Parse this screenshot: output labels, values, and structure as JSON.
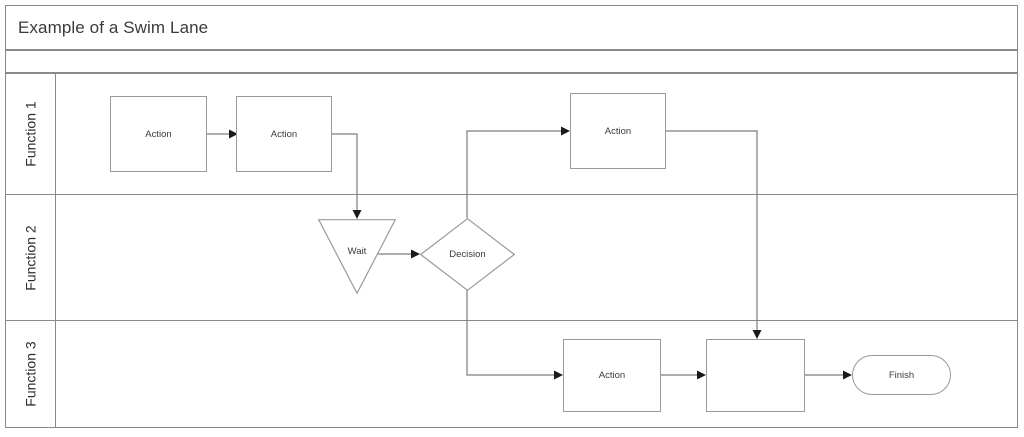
{
  "diagram": {
    "title": "Example of a Swim Lane",
    "frame_color": "#8a8a8a",
    "shape_stroke_color": "#9a9a9a",
    "connector_color": "#7d7d7d",
    "text_color": "#3b3b3b",
    "background": "#ffffff"
  },
  "lanes": [
    {
      "label": "Function 1"
    },
    {
      "label": "Function 2"
    },
    {
      "label": "Function 3"
    }
  ],
  "shapes": [
    {
      "id": "action-1",
      "lane": 0,
      "type": "rect",
      "label": "Action"
    },
    {
      "id": "action-2",
      "lane": 0,
      "type": "rect",
      "label": "Action"
    },
    {
      "id": "action-3",
      "lane": 0,
      "type": "rect",
      "label": "Action"
    },
    {
      "id": "wait",
      "lane": 1,
      "type": "triangle",
      "label": "Wait"
    },
    {
      "id": "decision",
      "lane": 1,
      "type": "diamond",
      "label": "Decision"
    },
    {
      "id": "action-4",
      "lane": 2,
      "type": "rect",
      "label": "Action"
    },
    {
      "id": "process-5",
      "lane": 2,
      "type": "rect",
      "label": ""
    },
    {
      "id": "finish",
      "lane": 2,
      "type": "pill",
      "label": "Finish"
    }
  ],
  "connectors": [
    {
      "from": "action-1",
      "to": "action-2",
      "arrow": true
    },
    {
      "from": "action-2",
      "to": "wait",
      "arrow": true
    },
    {
      "from": "wait",
      "to": "decision",
      "arrow": true
    },
    {
      "from": "decision",
      "to": "action-3",
      "arrow": true
    },
    {
      "from": "decision",
      "to": "action-4",
      "arrow": true
    },
    {
      "from": "action-3",
      "to": "process-5",
      "arrow": true
    },
    {
      "from": "action-4",
      "to": "process-5",
      "arrow": true
    },
    {
      "from": "process-5",
      "to": "finish",
      "arrow": true
    }
  ]
}
